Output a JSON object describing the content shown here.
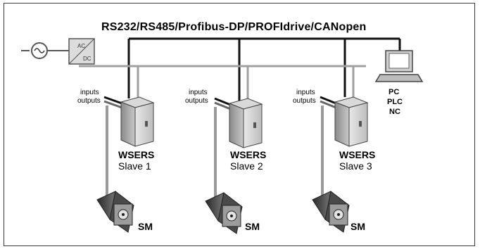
{
  "bus": {
    "title": "RS232/RS485/Profibus-DP/PROFIdrive/CANopen"
  },
  "controller": {
    "labels": [
      "PC",
      "PLC",
      "NC"
    ]
  },
  "drives": [
    {
      "name": "WSERS",
      "slave": "Slave 1",
      "inputs": "inputs",
      "outputs": "outputs",
      "motor": "SM"
    },
    {
      "name": "WSERS",
      "slave": "Slave 2",
      "inputs": "inputs",
      "outputs": "outputs",
      "motor": "SM"
    },
    {
      "name": "WSERS",
      "slave": "Slave 3",
      "inputs": "inputs",
      "outputs": "outputs",
      "motor": "SM"
    }
  ],
  "power_supply": {
    "ac_label": "AC",
    "dc_label": "DC",
    "source_icon": "ac-source-icon"
  }
}
